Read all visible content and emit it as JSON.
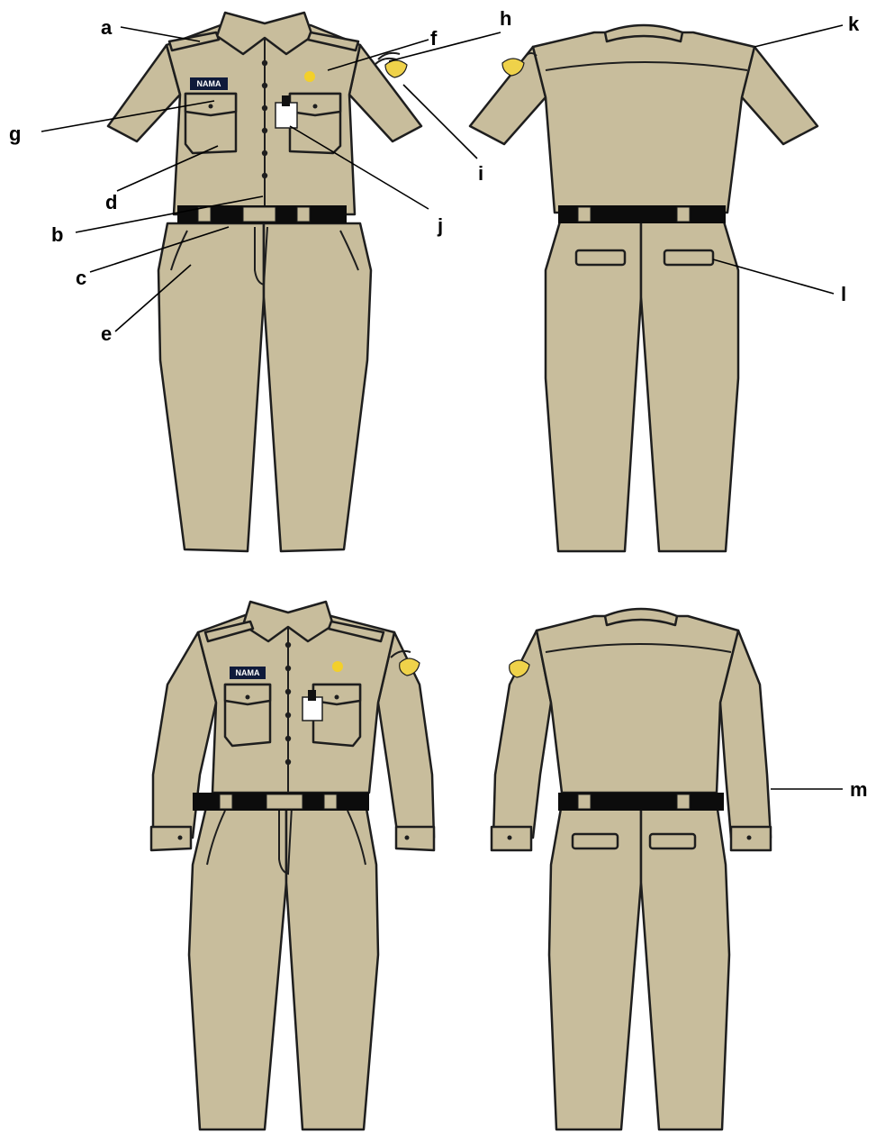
{
  "callouts": [
    "a",
    "b",
    "c",
    "d",
    "e",
    "f",
    "g",
    "h",
    "i",
    "j",
    "k",
    "l",
    "m"
  ],
  "name_tag_text": "NAMA",
  "colors": {
    "fabric": "#c8bd9c",
    "outline": "#1e1e1e",
    "belt": "#0c0c0c",
    "badge": "#f3d02a",
    "name_tag": "#0f1a3a"
  }
}
